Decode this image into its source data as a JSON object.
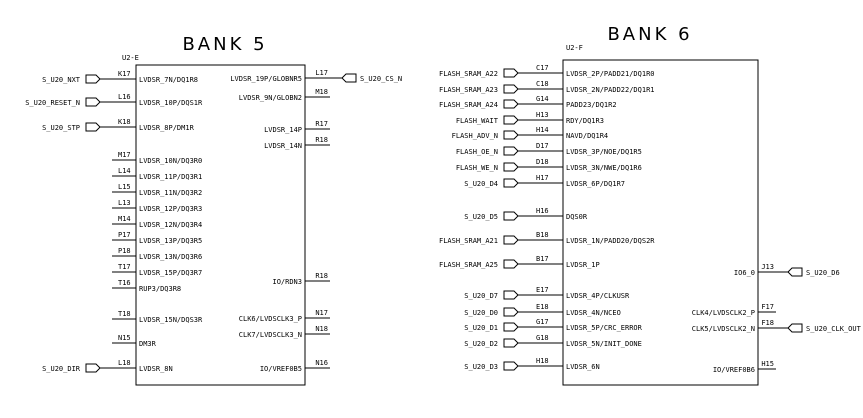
{
  "banks": [
    {
      "title": "BANK 5",
      "ref": "U2-E",
      "left_pins": [
        {
          "net": "S_U20_NXT",
          "pin": "K17",
          "label": "LVDSR_7N/DQ1R8"
        },
        {
          "net": "S_U20_RESET_N",
          "pin": "L16",
          "label": "LVDSR_10P/DQS1R"
        },
        {
          "net": "S_U20_STP",
          "pin": "K18",
          "label": "LVDSR_8P/DM1R"
        },
        {
          "net": "",
          "pin": "M17",
          "label": "LVDSR_10N/DQ3R0"
        },
        {
          "net": "",
          "pin": "L14",
          "label": "LVDSR_11P/DQ3R1"
        },
        {
          "net": "",
          "pin": "L15",
          "label": "LVDSR_11N/DQ3R2"
        },
        {
          "net": "",
          "pin": "L13",
          "label": "LVDSR_12P/DQ3R3"
        },
        {
          "net": "",
          "pin": "M14",
          "label": "LVDSR_12N/DQ3R4"
        },
        {
          "net": "",
          "pin": "P17",
          "label": "LVDSR_13P/DQ3R5"
        },
        {
          "net": "",
          "pin": "P18",
          "label": "LVDSR_13N/DQ3R6"
        },
        {
          "net": "",
          "pin": "T17",
          "label": "LVDSR_15P/DQ3R7"
        },
        {
          "net": "",
          "pin": "T16",
          "label": "RUP3/DQ3R8"
        },
        {
          "net": "",
          "pin": "T18",
          "label": "LVDSR_15N/DQS3R"
        },
        {
          "net": "",
          "pin": "N15",
          "label": "DM3R"
        },
        {
          "net": "S_U20_DIR",
          "pin": "L18",
          "label": "LVDSR_8N"
        }
      ],
      "right_pins": [
        {
          "net": "S_U20_CS_N",
          "pin": "L17",
          "label": "LVDSR_19P/GLOBNR5"
        },
        {
          "net": "",
          "pin": "M18",
          "label": "LVDSR_9N/GLOBN2"
        },
        {
          "net": "",
          "pin": "R17",
          "label": "LVDSR_14P"
        },
        {
          "net": "",
          "pin": "R18",
          "label": "LVDSR_14N"
        },
        {
          "net": "",
          "pin": "R18",
          "label": "IO/RDN3"
        },
        {
          "net": "",
          "pin": "N17",
          "label": "CLK6/LVDSCLK3_P"
        },
        {
          "net": "",
          "pin": "N18",
          "label": "CLK7/LVDSCLK3_N"
        },
        {
          "net": "",
          "pin": "N16",
          "label": "IO/VREF0B5"
        }
      ]
    },
    {
      "title": "BANK 6",
      "ref": "U2-F",
      "left_pins": [
        {
          "net": "FLASH_SRAM_A22",
          "pin": "C17",
          "label": "LVDSR_2P/PADD21/DQ1R0"
        },
        {
          "net": "FLASH_SRAM_A23",
          "pin": "C18",
          "label": "LVDSR_2N/PADD22/DQ1R1"
        },
        {
          "net": "FLASH_SRAM_A24",
          "pin": "G14",
          "label": "PADD23/DQ1R2"
        },
        {
          "net": "FLASH_WAIT",
          "pin": "H13",
          "label": "RDY/DQ1R3"
        },
        {
          "net": "FLASH_ADV_N",
          "pin": "H14",
          "label": "NAVD/DQ1R4"
        },
        {
          "net": "FLASH_OE_N",
          "pin": "D17",
          "label": "LVDSR_3P/NOE/DQ1R5"
        },
        {
          "net": "FLASH_WE_N",
          "pin": "D18",
          "label": "LVDSR_3N/NWE/DQ1R6"
        },
        {
          "net": "S_U20_D4",
          "pin": "H17",
          "label": "LVDSR_6P/DQ1R7"
        },
        {
          "net": "S_U20_D5",
          "pin": "H16",
          "label": "DQS0R"
        },
        {
          "net": "FLASH_SRAM_A21",
          "pin": "B18",
          "label": "LVDSR_1N/PADD20/DQS2R"
        },
        {
          "net": "FLASH_SRAM_A25",
          "pin": "B17",
          "label": "LVDSR_1P"
        },
        {
          "net": "S_U20_D7",
          "pin": "E17",
          "label": "LVDSR_4P/CLKUSR"
        },
        {
          "net": "S_U20_D0",
          "pin": "E18",
          "label": "LVDSR_4N/NCEO"
        },
        {
          "net": "S_U20_D1",
          "pin": "G17",
          "label": "LVDSR_5P/CRC_ERROR"
        },
        {
          "net": "S_U20_D2",
          "pin": "G18",
          "label": "LVDSR_5N/INIT_DONE"
        },
        {
          "net": "S_U20_D3",
          "pin": "H18",
          "label": "LVDSR_6N"
        }
      ],
      "right_pins": [
        {
          "net": "S_U20_D6",
          "pin": "J13",
          "label": "IO6_0"
        },
        {
          "net": "",
          "pin": "F17",
          "label": "CLK4/LVDSCLK2_P"
        },
        {
          "net": "S_U20_CLK_OUT",
          "pin": "F18",
          "label": "CLK5/LVDSCLK2_N"
        },
        {
          "net": "",
          "pin": "H15",
          "label": "IO/VREF0B6"
        }
      ]
    }
  ]
}
